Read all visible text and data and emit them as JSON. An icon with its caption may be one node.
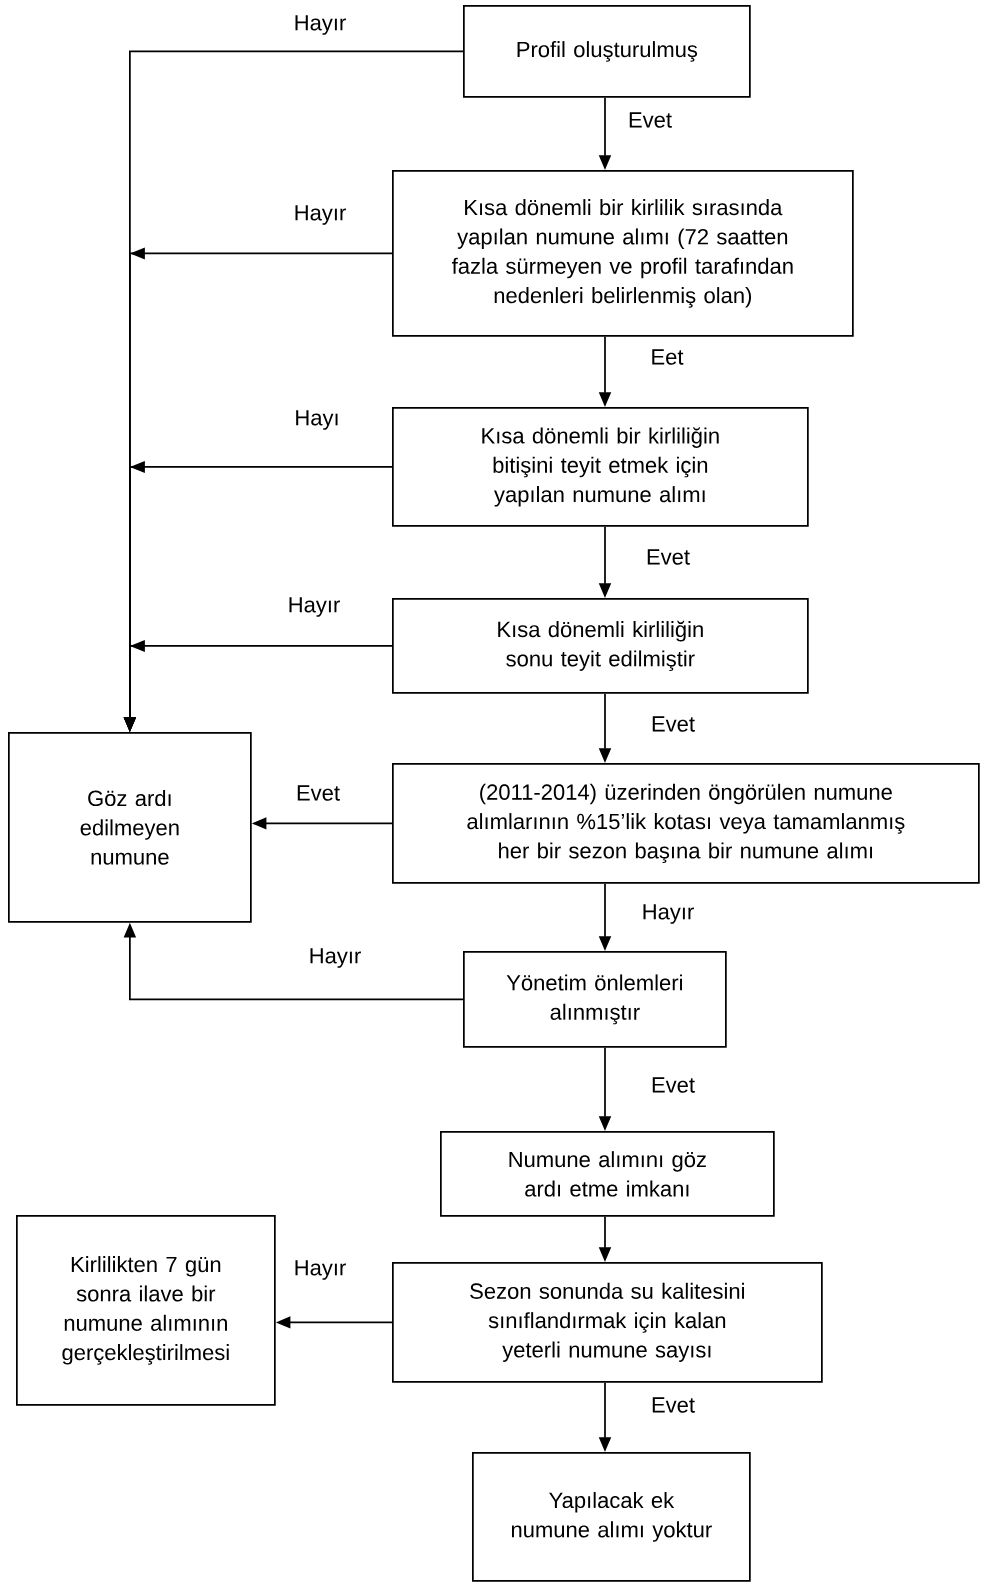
{
  "diagram": {
    "nodes": [
      {
        "text": [
          "Profil oluşturulmuş"
        ]
      },
      {
        "text": [
          "Kısa dönemli bir kirlilik sırasında yapılan numune alımı (72 saatten fazla sürmeyen ve profil tarafından nedenleri belirlenmiş olan)"
        ]
      },
      {
        "text": [
          "Kısa dönemli bir kirliliğin bitişini teyit etmek için yapılan numune alımı"
        ]
      },
      {
        "text": [
          "Kısa dönemli kirliliğin sonu teyit edilmiştir"
        ]
      },
      {
        "text": [
          "Göz ardı edilmeyen numune"
        ]
      },
      {
        "text": [
          "(2011-2014) üzerinden öngörülen numune alımlarının %15’lik kotası veya tamamlanmış her bir sezon başına bir numune alımı"
        ]
      },
      {
        "text": [
          "Yönetim önlemleri alınmıştır"
        ]
      },
      {
        "text": [
          "Numune alımını göz ardı etme imkanı"
        ]
      },
      {
        "text": [
          "Kirlilikten 7 gün sonra ilave bir numune alımının gerçekleştirilmesi"
        ]
      },
      {
        "text": [
          "Sezon sonunda su kalitesini sınıflandırmak için kalan yeterli numune sayısı"
        ]
      },
      {
        "text": [
          "Yapılacak ek numune alımı yoktur"
        ]
      }
    ],
    "edges": [
      {
        "from": 0,
        "to": 1,
        "arrow": "to",
        "label": "Evet"
      },
      {
        "from": 0,
        "to": 4,
        "arrow": "to",
        "label": "Hayır"
      },
      {
        "from": 1,
        "to": 2,
        "arrow": "to",
        "label": "Eet"
      },
      {
        "from": 1,
        "to": 4,
        "arrow": "to",
        "label": "Hayır"
      },
      {
        "from": 2,
        "to": 3,
        "arrow": "to",
        "label": "Evet"
      },
      {
        "from": 2,
        "to": 4,
        "arrow": "to",
        "label": "Hayı"
      },
      {
        "from": 3,
        "to": 5,
        "arrow": "to",
        "label": "Evet"
      },
      {
        "from": 3,
        "to": 4,
        "arrow": "to",
        "label": "Hayır"
      },
      {
        "from": 5,
        "to": 4,
        "arrow": "to",
        "label": "Evet"
      },
      {
        "from": 5,
        "to": 6,
        "arrow": "to",
        "label": "Hayır"
      },
      {
        "from": 6,
        "to": 7,
        "arrow": "to",
        "label": "Evet"
      },
      {
        "from": 6,
        "to": 4,
        "arrow": "to",
        "label": "Hayır"
      },
      {
        "from": 7,
        "to": 9,
        "arrow": "to"
      },
      {
        "from": 9,
        "to": 8,
        "arrow": "to",
        "label": "Hayır"
      },
      {
        "from": 9,
        "to": 10,
        "arrow": "to",
        "label": "Evet"
      }
    ]
  }
}
